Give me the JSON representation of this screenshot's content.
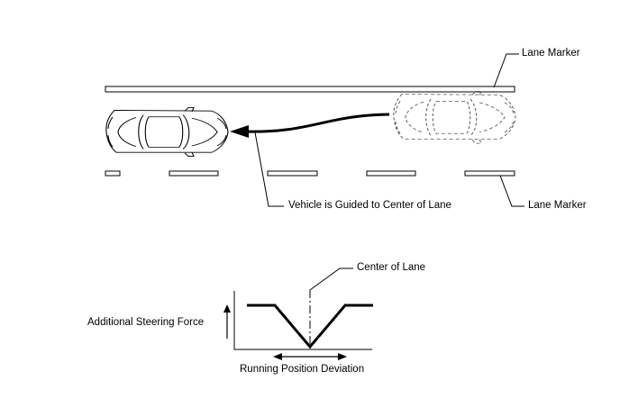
{
  "labels": {
    "lane_marker_top": "Lane Marker",
    "lane_marker_bottom": "Lane Marker",
    "vehicle_guided": "Vehicle is Guided to Center of Lane",
    "center_of_lane": "Center of Lane",
    "additional_steering_force": "Additional Steering Force",
    "running_position_deviation": "Running Position Deviation"
  },
  "icons": {
    "car_solid": "car-top-view",
    "car_dashed": "car-top-view-dashed",
    "guide_arrow": "curved-arrow-left",
    "force_arrow": "arrow-up",
    "deviation_arrow": "double-arrow-horizontal"
  }
}
